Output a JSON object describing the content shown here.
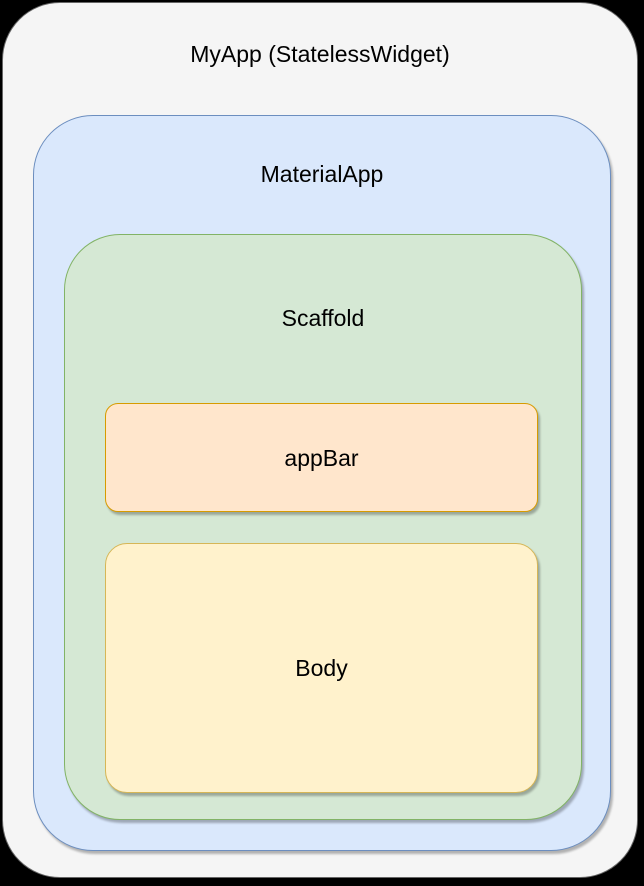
{
  "diagram": {
    "type": "widget-tree",
    "background_color": "#000000",
    "text_color": "#000000",
    "nodes": {
      "myapp": {
        "label": "MyApp (StatelessWidget)",
        "fill": "#f5f5f5",
        "border": "#666666"
      },
      "materialapp": {
        "label": "MaterialApp",
        "fill": "#dae8fc",
        "border": "#6c8ebf"
      },
      "scaffold": {
        "label": "Scaffold",
        "fill": "#d5e8d4",
        "border": "#82b366"
      },
      "appbar": {
        "label": "appBar",
        "fill": "#ffe6cc",
        "border": "#d79b00"
      },
      "body": {
        "label": "Body",
        "fill": "#fff2cc",
        "border": "#d6b656"
      }
    }
  }
}
